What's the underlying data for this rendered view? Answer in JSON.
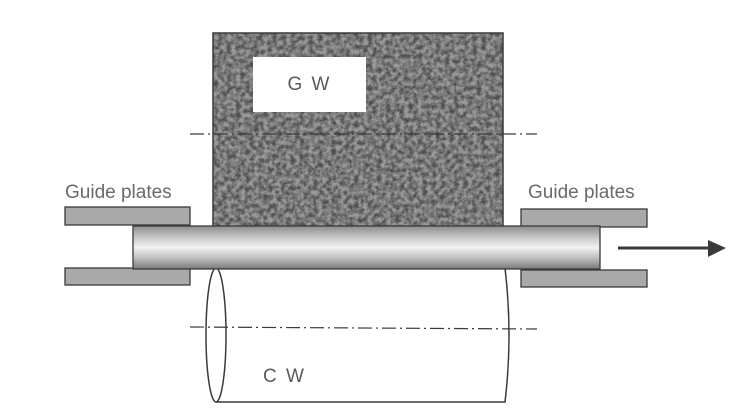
{
  "diagram": {
    "type": "centerless grinding setup schematic",
    "labels": {
      "grinding_wheel": "G W",
      "control_wheel": "C W",
      "guide_plates_left": "Guide plates",
      "guide_plates_right": "Guide plates"
    },
    "components": [
      {
        "id": "grinding-wheel",
        "label": "G W",
        "shape": "textured rectangle"
      },
      {
        "id": "control-wheel",
        "label": "C W",
        "shape": "cylinder"
      },
      {
        "id": "workpiece-rod",
        "shape": "horizontal cylinder"
      },
      {
        "id": "guide-plates-left",
        "label": "Guide plates",
        "count": 2
      },
      {
        "id": "guide-plates-right",
        "label": "Guide plates",
        "count": 2
      },
      {
        "id": "feed-direction-arrow",
        "direction": "right"
      }
    ],
    "colors": {
      "plate_fill": "#a9a9a9",
      "outline": "#3a3a3a",
      "text": "#5a5a5a",
      "arrow": "#3a3a3a"
    }
  }
}
